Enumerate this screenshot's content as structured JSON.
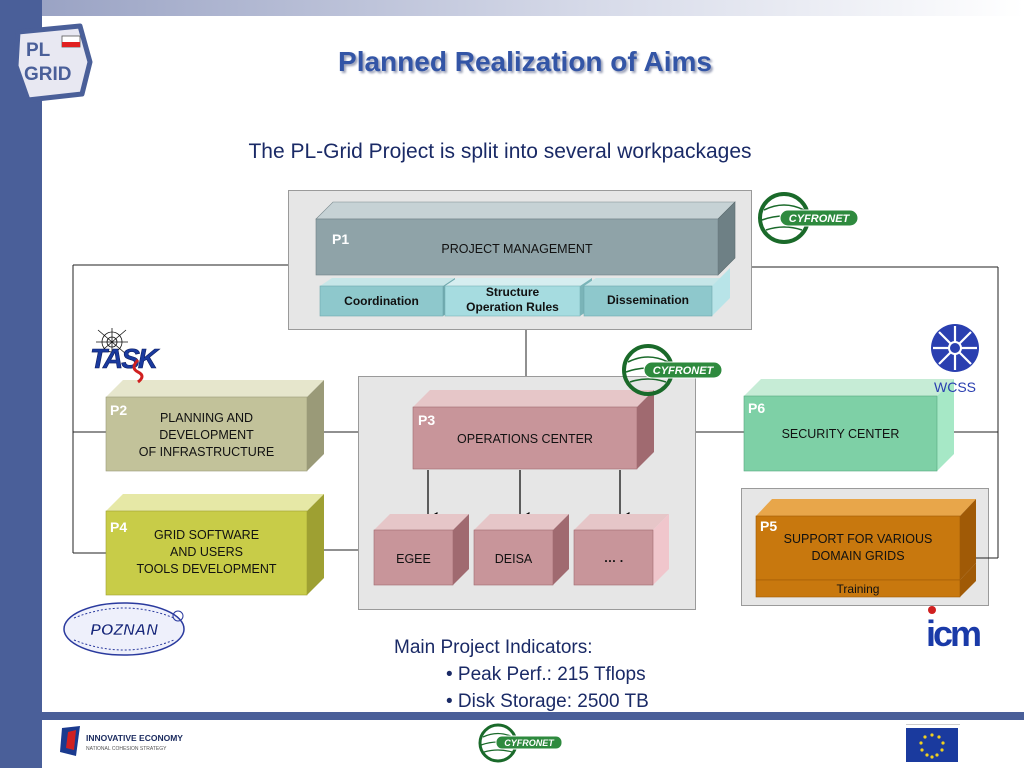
{
  "slide": {
    "title": "Planned Realization of Aims",
    "subtitle": "The PL-Grid Project is split into several workpackages"
  },
  "logos": {
    "plgrid": {
      "line1": "PL",
      "line2": "GRID"
    },
    "cyfronet": "CYFRONET",
    "task": "TASK",
    "wcss": "WCSS",
    "poznan": "POZNAN",
    "icm": "icm",
    "innovative": {
      "line1": "INNOVATIVE ECONOMY",
      "line2": "NATIONAL COHESION STRATEGY"
    }
  },
  "packages": {
    "p1": {
      "label": "P1",
      "name": "PROJECT MANAGEMENT",
      "subs": [
        "Coordination",
        "Structure\nOperation Rules",
        "Dissemination"
      ]
    },
    "p2": {
      "label": "P2",
      "name": "PLANNING AND\nDEVELOPMENT\nOF INFRASTRUCTURE"
    },
    "p3": {
      "label": "P3",
      "name": "OPERATIONS CENTER",
      "subs": [
        "EGEE",
        "DEISA",
        "… ."
      ]
    },
    "p4": {
      "label": "P4",
      "name": "GRID SOFTWARE\nAND USERS\nTOOLS DEVELOPMENT"
    },
    "p5": {
      "label": "P5",
      "name": "SUPPORT FOR VARIOUS\nDOMAIN GRIDS",
      "sub": "Training"
    },
    "p6": {
      "label": "P6",
      "name": "SECURITY CENTER"
    }
  },
  "indicators": {
    "heading": "Main Project Indicators:",
    "items": [
      "• Peak Perf.:  215 Tflops",
      "• Disk Storage: 2500 TB"
    ]
  },
  "colors": {
    "p1": "#8fa3a8",
    "p1_sub": "#8ec8cc",
    "p2": "#c2c29a",
    "p3": "#c8959a",
    "p4": "#c8cc48",
    "p5": "#c8780e",
    "p6": "#7ed0a6",
    "title": "#3355a6",
    "frame": "#4a5f99"
  }
}
